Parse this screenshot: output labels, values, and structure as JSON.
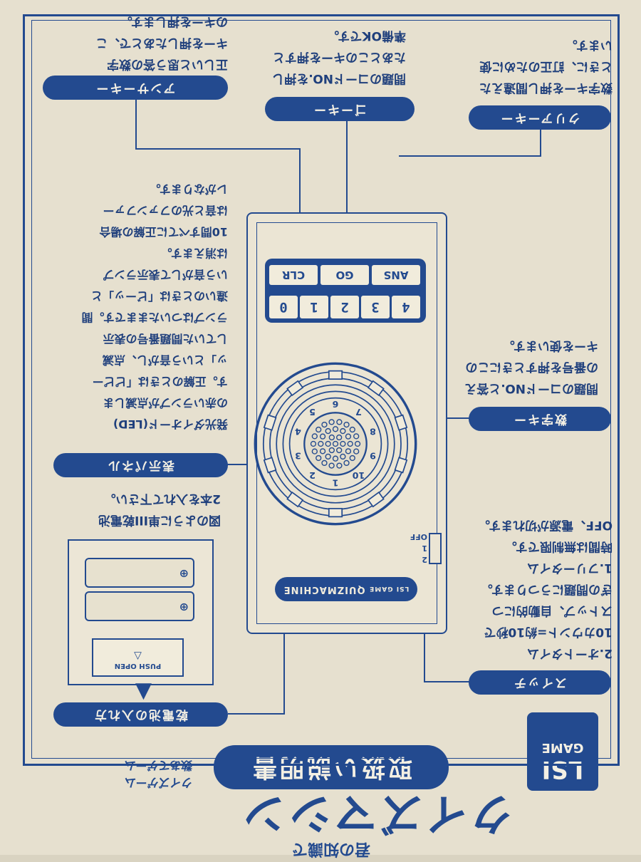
{
  "colors": {
    "ink": "#234a8f",
    "paper": "#e6e0cf"
  },
  "header": {
    "lsi": "LSI",
    "game": "GAME",
    "brand": "クイズマシン",
    "title": "取扱い説明書",
    "sub1": "クイズゲーム",
    "sub2": "数あてゲーム",
    "tagline": "君の知識で"
  },
  "labels": {
    "answer_key": "アンサーキー",
    "go_key": "ゴーキー",
    "clear_key": "クリアーキー",
    "number_key": "数字キー",
    "display": "表示パネル",
    "switch": "スイッチ",
    "battery": "乾電池の入れ方"
  },
  "texts": {
    "answer": "正しいと思う答の数字\nキーを押したあとで、こ\nのキーを押します。",
    "go": "問題のコードNO.を押し\nたあとこのキーを押すと\n準備OKです。",
    "clear": "数字キーを押し間違えた\nときに、訂正のために使\nいます。",
    "display": "発光ダイオード(LED)\nの赤いランプが点滅しま\nす。正解のときは「ピピー\nッ」という音がし、点滅\nしていた問題番号の表示\nランプはついたままです。間\n違いのときは「ビーッ」と\nいう音がして表示ランプ\nは消えます。\n10問すべてに正解の場合\nは音と光のファンファー\nレがなります。",
    "number": "問題のコードNO.と答え\nの番号を押すときにこの\nキーを使います。",
    "switch": "2.オートタイム\n10カウント=約10秒で\nストップ、自動的につ\nぎの問題にうつります。\n1.フリータイム\n時間は無制限です。\nOFF、電源が切れます。",
    "battery": "図のように単III乾電池\n2本を入れて下さい。"
  },
  "device": {
    "keys_top": [
      "ANS",
      "GO",
      "CLR"
    ],
    "keys_num": [
      "4",
      "3",
      "2",
      "1",
      "0"
    ],
    "dial_numbers": [
      "1",
      "2",
      "3",
      "4",
      "5",
      "6",
      "7",
      "8",
      "9",
      "10"
    ],
    "logo": "QUIZMACHINE",
    "logo_prefix": "LSI GAME",
    "switch_positions": [
      "OFF",
      "1",
      "2"
    ],
    "push_open": "PUSH OPEN"
  }
}
